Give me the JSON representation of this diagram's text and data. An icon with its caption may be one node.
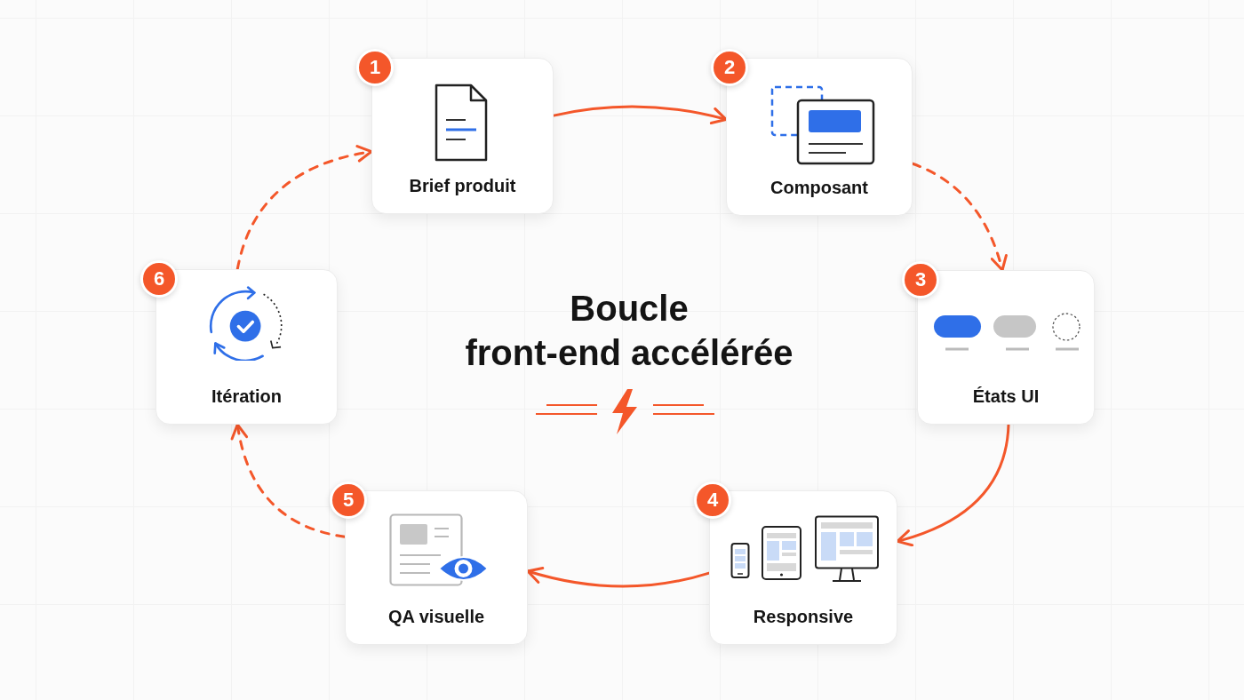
{
  "diagram": {
    "title": "Boucle front-end accélérée",
    "nodes": [
      {
        "text": [
          "1",
          "Brief produit"
        ]
      },
      {
        "text": [
          "2",
          "Composant"
        ]
      },
      {
        "text": [
          "3",
          "États UI"
        ]
      },
      {
        "text": [
          "4",
          "Responsive"
        ]
      },
      {
        "text": [
          "5",
          "QA visuelle"
        ]
      },
      {
        "text": [
          "6",
          "Itération"
        ]
      }
    ],
    "edges": [
      {
        "from": 0,
        "to": 1,
        "arrow": "to"
      },
      {
        "from": 1,
        "to": 2,
        "arrow": "to",
        "style": "dashed"
      },
      {
        "from": 2,
        "to": 3,
        "arrow": "to"
      },
      {
        "from": 3,
        "to": 4,
        "arrow": "to"
      },
      {
        "from": 4,
        "to": 5,
        "arrow": "to",
        "style": "dashed"
      },
      {
        "from": 5,
        "to": 0,
        "arrow": "to",
        "style": "dashed"
      }
    ]
  }
}
